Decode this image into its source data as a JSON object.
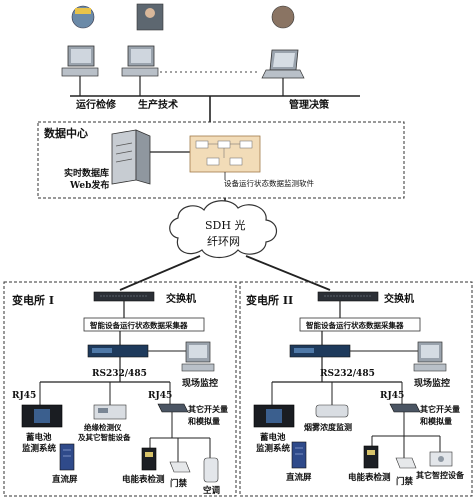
{
  "top_users": {
    "ops_label": "运行检修",
    "tech_label": "生产技术",
    "mgmt_label": "管理决策"
  },
  "data_center": {
    "title": "数据中心",
    "db_label_line1": "实时数据库",
    "db_label_line2": "Web发布",
    "software_label": "设备运行状态数据监测软件"
  },
  "network": {
    "cloud_line1": "SDH 光",
    "cloud_line2": "纤环网"
  },
  "station1": {
    "title": "变电所 I",
    "switch_label": "交换机",
    "collector_label": "智能设备运行状态数据采集器",
    "rs_label": "RS232/485",
    "rj45_left": "RJ45",
    "rj45_right": "RJ45",
    "monitor_label": "现场监控",
    "battery_line1": "蓄电池",
    "battery_line2": "监测系统",
    "insulation_line1": "绝缘检测仪",
    "insulation_line2": "及其它智能设备",
    "other_line1": "其它开关量",
    "other_line2": "和模拟量",
    "dc_label": "直流屏",
    "meter_label": "电能表检测",
    "door_label": "门禁",
    "ac_label": "空调"
  },
  "station2": {
    "title": "变电所 II",
    "switch_label": "交换机",
    "collector_label": "智能设备运行状态数据采集器",
    "rs_label": "RS232/485",
    "rj45_label": "RJ45",
    "monitor_label": "现场监控",
    "battery_line1": "蓄电池",
    "battery_line2": "监测系统",
    "smoke_label": "烟雾浓度监测",
    "other_line1": "其它开关量",
    "other_line2": "和模拟量",
    "dc_label": "直流屏",
    "meter_label": "电能表检测",
    "door_label": "门禁",
    "control_label": "其它智控设备"
  }
}
